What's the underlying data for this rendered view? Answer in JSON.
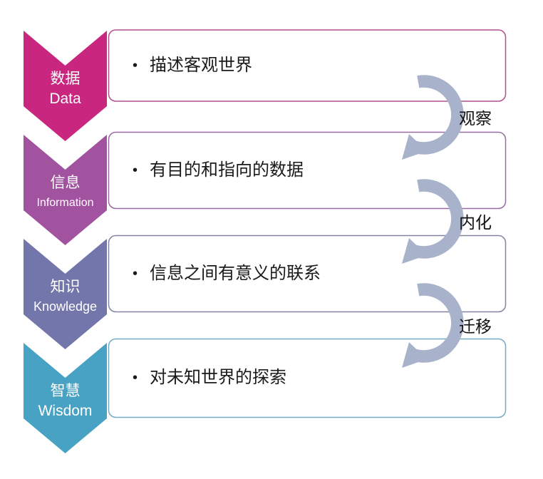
{
  "diagram": {
    "background": "#ffffff",
    "text_color": "#1a1a1a",
    "bullet_char": "•",
    "connector_color": "#a9b2cb",
    "levels": [
      {
        "zh": "数据",
        "en": "Data",
        "chevron_color": "#c9277f",
        "box_border_color": "#b05090",
        "bullet_text": "描述客观世界"
      },
      {
        "zh": "信息",
        "en": "Information",
        "chevron_color": "#a253a0",
        "box_border_color": "#9a6aa2",
        "bullet_text": "有目的和指向的数据"
      },
      {
        "zh": "知识",
        "en": "Knowledge",
        "chevron_color": "#7276ab",
        "box_border_color": "#8284a0",
        "bullet_text": "信息之间有意义的联系"
      },
      {
        "zh": "智慧",
        "en": "Wisdom",
        "chevron_color": "#48a2c4",
        "box_border_color": "#74aac2",
        "bullet_text": "对未知世界的探索"
      }
    ],
    "transitions": [
      {
        "label": "观察"
      },
      {
        "label": "内化"
      },
      {
        "label": "迁移"
      }
    ]
  }
}
